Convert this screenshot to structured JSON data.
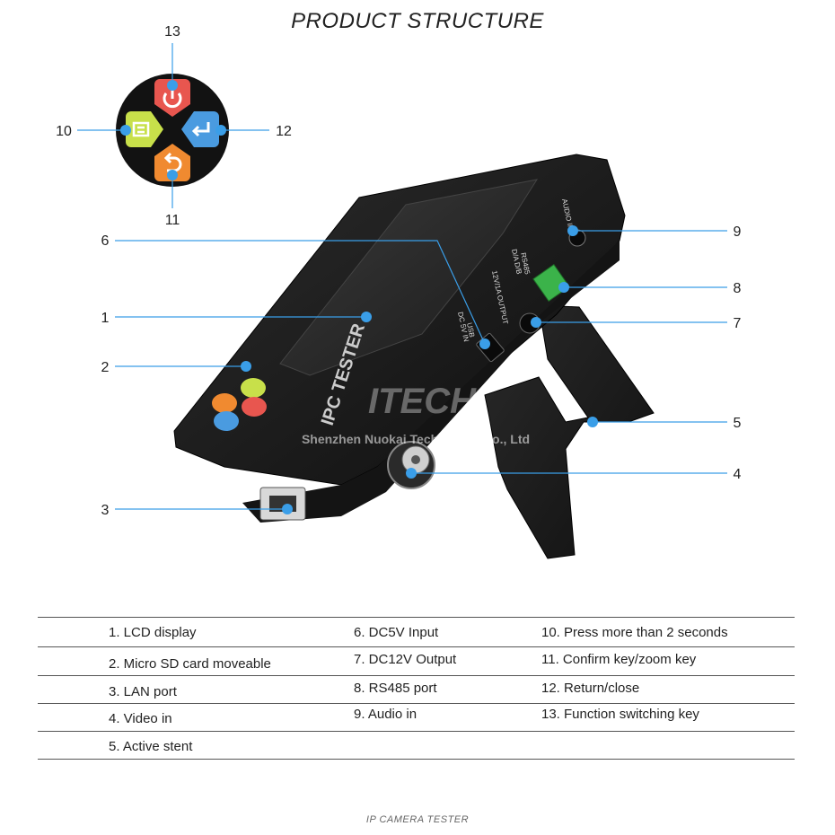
{
  "title": "PRODUCT STRUCTURE",
  "footer": "IP CAMERA TESTER",
  "callouts": {
    "n1": "1",
    "n2": "2",
    "n3": "3",
    "n4": "4",
    "n5": "5",
    "n6": "6",
    "n7": "7",
    "n8": "8",
    "n9": "9",
    "n10": "10",
    "n11": "11",
    "n12": "12",
    "n13": "13"
  },
  "device": {
    "brand_watermark": "ITECH",
    "company_watermark": "Shenzhen Nuokai Technology Co., Ltd",
    "front_label": "IPC TESTER",
    "ports": {
      "usb": "USB",
      "dc_in": "DC 5V IN",
      "output": "12V/1A OUTPUT",
      "rs485": "RS485",
      "rs485_pins": "D/A D/B",
      "audio": "AUDIO IN"
    }
  },
  "legend": {
    "col1": [
      "1. LCD display",
      "2. Micro SD card moveable",
      "3. LAN port",
      "4. Video in",
      "5. Active stent"
    ],
    "col2": [
      "6. DC5V Input",
      "7. DC12V Output",
      "8. RS485 port",
      "9. Audio in"
    ],
    "col3": [
      "10. Press more than 2 seconds",
      "11. Confirm key/zoom key",
      "12. Return/close",
      "13. Function switching key"
    ]
  },
  "colors": {
    "callout_dot": "#3a9ee8",
    "button_power": "#e8564f",
    "button_menu": "#c8e04a",
    "button_return": "#f08a30",
    "button_enter": "#4a9be0",
    "device_body": "#1c1c1c"
  }
}
